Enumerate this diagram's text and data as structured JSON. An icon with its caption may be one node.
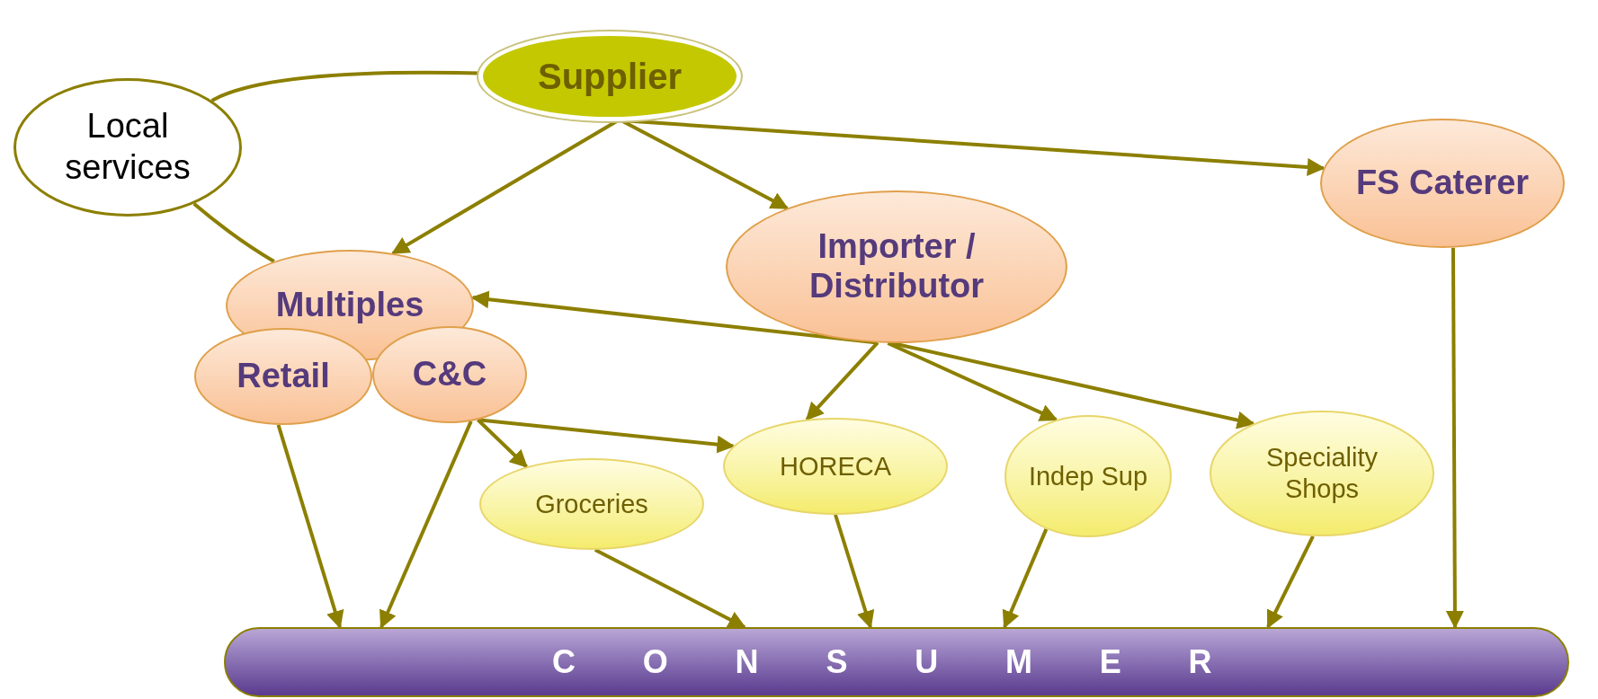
{
  "diagram": {
    "nodes": [
      {
        "text": [
          "Supplier"
        ]
      },
      {
        "text": [
          "Local services"
        ]
      },
      {
        "text": [
          "FS Caterer"
        ]
      },
      {
        "text": [
          "Importer / Distributor"
        ]
      },
      {
        "text": [
          "Multiples"
        ]
      },
      {
        "text": [
          "Retail"
        ]
      },
      {
        "text": [
          "C&C"
        ]
      },
      {
        "text": [
          "HORECA"
        ]
      },
      {
        "text": [
          "Indep Sup"
        ]
      },
      {
        "text": [
          "Speciality Shops"
        ]
      },
      {
        "text": [
          "Groceries"
        ]
      },
      {
        "text": [
          "C O N S U M E R"
        ]
      }
    ],
    "edges": [
      {
        "from": 0,
        "to": 1,
        "arrow": "none"
      },
      {
        "from": 1,
        "to": 4,
        "arrow": "none"
      },
      {
        "from": 0,
        "to": 4,
        "arrow": "to"
      },
      {
        "from": 0,
        "to": 3,
        "arrow": "to"
      },
      {
        "from": 0,
        "to": 2,
        "arrow": "to"
      },
      {
        "from": 3,
        "to": 4,
        "arrow": "to"
      },
      {
        "from": 3,
        "to": 7,
        "arrow": "to"
      },
      {
        "from": 3,
        "to": 8,
        "arrow": "to"
      },
      {
        "from": 3,
        "to": 9,
        "arrow": "to"
      },
      {
        "from": 6,
        "to": 7,
        "arrow": "to"
      },
      {
        "from": 6,
        "to": 10,
        "arrow": "to"
      },
      {
        "from": 5,
        "to": 11,
        "arrow": "to"
      },
      {
        "from": 6,
        "to": 11,
        "arrow": "to"
      },
      {
        "from": 10,
        "to": 11,
        "arrow": "to"
      },
      {
        "from": 7,
        "to": 11,
        "arrow": "to"
      },
      {
        "from": 8,
        "to": 11,
        "arrow": "to"
      },
      {
        "from": 9,
        "to": 11,
        "arrow": "to"
      },
      {
        "from": 2,
        "to": 11,
        "arrow": "to"
      }
    ]
  }
}
